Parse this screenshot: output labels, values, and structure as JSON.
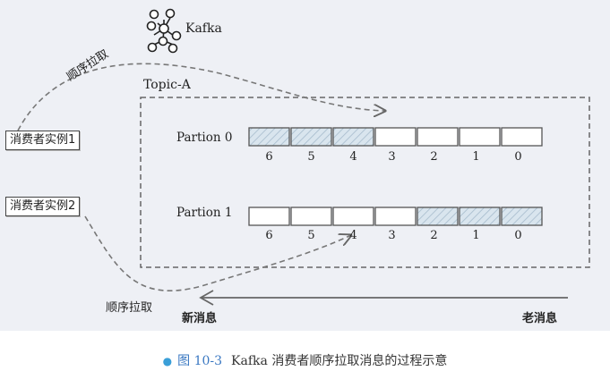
{
  "kafka": {
    "label": "Kafka",
    "icon": "kafka-logo-icon"
  },
  "topic": {
    "label": "Topic-A"
  },
  "partitions": [
    {
      "label": "Partion 0",
      "offsets": [
        "6",
        "5",
        "4",
        "3",
        "2",
        "1",
        "0"
      ],
      "consumed": [
        true,
        true,
        true,
        false,
        false,
        false,
        false
      ]
    },
    {
      "label": "Partion 1",
      "offsets": [
        "6",
        "5",
        "4",
        "3",
        "2",
        "1",
        "0"
      ],
      "consumed": [
        false,
        false,
        false,
        false,
        true,
        true,
        true
      ]
    }
  ],
  "consumers": [
    {
      "label": "消费者实例1"
    },
    {
      "label": "消费者实例2"
    }
  ],
  "flow": {
    "pull_top": "顺序拉取",
    "pull_bottom": "顺序拉取",
    "new_messages": "新消息",
    "old_messages": "老消息"
  },
  "caption": {
    "figure_number": "图 10-3",
    "text": "Kafka 消费者顺序拉取消息的过程示意"
  },
  "colors": {
    "background": "#eef0f5",
    "box_stroke": "#555555",
    "consumed_fill": "#d5e2ec",
    "hatch": "#9db3c6",
    "caption_accent": "#3a78c2"
  }
}
